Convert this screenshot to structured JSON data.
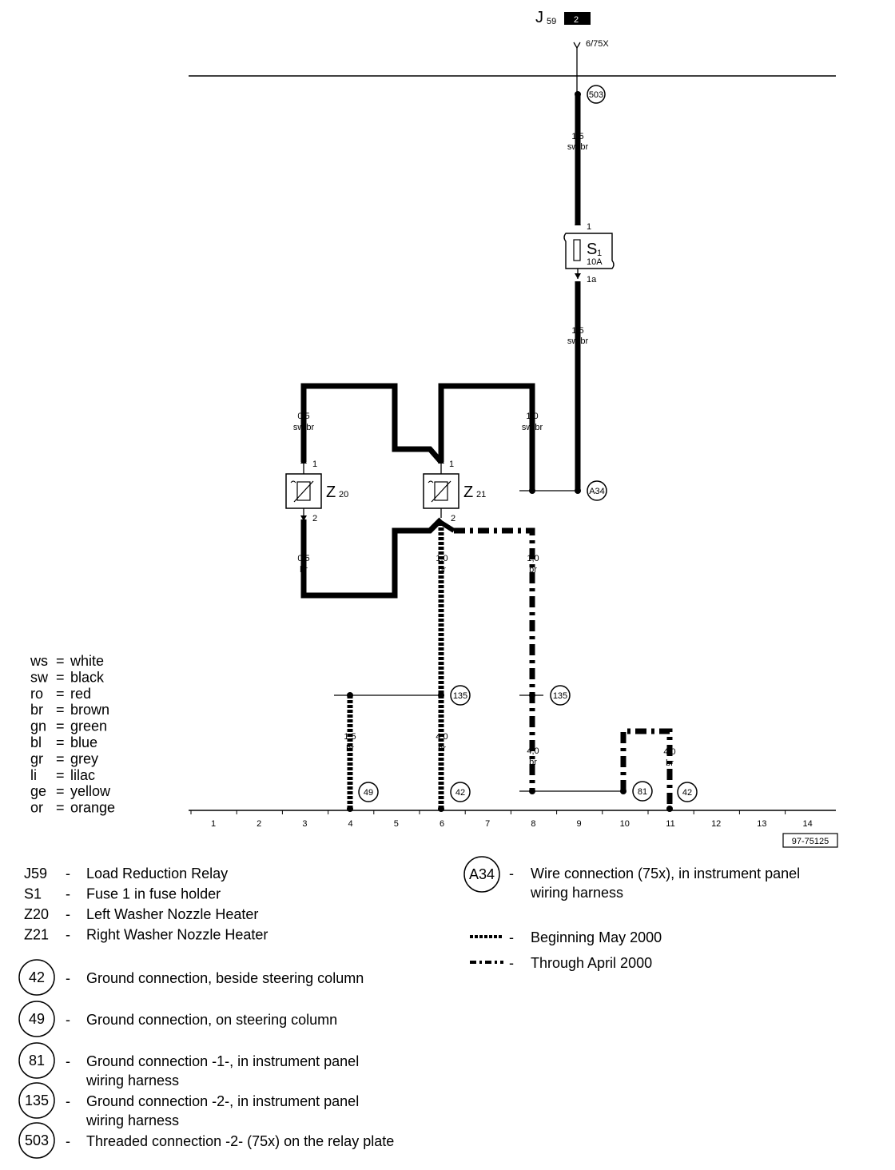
{
  "diagram": {
    "header": {
      "component": "J",
      "sub": "59",
      "badge": "2",
      "connector": "6/75X"
    },
    "code": "97-75125",
    "wire_labels": {
      "w503_gauge": "1,5",
      "w503_color": "sw/br",
      "s1_pin_top": "1",
      "s1_pin_bot": "1a",
      "s1_name": "S",
      "s1_sub": "1",
      "s1_rating": "10A",
      "wlow_gauge": "1,5",
      "wlow_color": "sw/br",
      "z20_top_gauge": "0,5",
      "z20_top_color": "sw/br",
      "z21_right_gauge": "1,0",
      "z21_right_color": "sw/br",
      "z20_bot_gauge": "0,5",
      "z20_bot_color": "br",
      "z21_bot_gauge": "1,0",
      "z21_bot_color": "br",
      "z21_alt_gauge": "1,0",
      "z21_alt_color": "br",
      "g4_gauge": "1,5",
      "g4_color": "br",
      "g6_gauge": "4,0",
      "g6_color": "br",
      "g8_gauge": "4,0",
      "g8_color": "br",
      "g11_gauge": "4,0",
      "g11_color": "br",
      "z20_name": "Z",
      "z20_sub": "20",
      "z21_name": "Z",
      "z21_sub": "21",
      "pin1": "1",
      "pin2": "2"
    },
    "connectors": {
      "c503": "503",
      "cA34": "A34",
      "c135a": "135",
      "c135b": "135",
      "c49": "49",
      "c42a": "42",
      "c81": "81",
      "c42b": "42"
    },
    "track_numbers": [
      "1",
      "2",
      "3",
      "4",
      "5",
      "6",
      "7",
      "8",
      "9",
      "10",
      "11",
      "12",
      "13",
      "14"
    ]
  },
  "color_codes": [
    {
      "abbr": "ws",
      "name": "white"
    },
    {
      "abbr": "sw",
      "name": "black"
    },
    {
      "abbr": "ro",
      "name": "red"
    },
    {
      "abbr": "br",
      "name": "brown"
    },
    {
      "abbr": "gn",
      "name": "green"
    },
    {
      "abbr": "bl",
      "name": "blue"
    },
    {
      "abbr": "gr",
      "name": "grey"
    },
    {
      "abbr": "li",
      "name": "lilac"
    },
    {
      "abbr": "ge",
      "name": "yellow"
    },
    {
      "abbr": "or",
      "name": "orange"
    }
  ],
  "legend_components": [
    {
      "code": "J59",
      "desc": "Load Reduction Relay"
    },
    {
      "code": "S1",
      "desc": "Fuse 1 in fuse holder"
    },
    {
      "code": "Z20",
      "desc": "Left Washer Nozzle Heater"
    },
    {
      "code": "Z21",
      "desc": "Right Washer Nozzle Heater"
    }
  ],
  "legend_grounds": [
    {
      "code": "42",
      "line1": "Ground connection, beside steering column",
      "line2": ""
    },
    {
      "code": "49",
      "line1": "Ground connection, on steering column",
      "line2": ""
    },
    {
      "code": "81",
      "line1": "Ground connection -1-, in instrument panel",
      "line2": "wiring harness"
    },
    {
      "code": "135",
      "line1": "Ground connection -2-, in instrument panel",
      "line2": "wiring harness"
    },
    {
      "code": "503",
      "line1": "Threaded connection -2- (75x) on the relay plate",
      "line2": ""
    }
  ],
  "legend_right": {
    "a34_code": "A34",
    "a34_line1": "Wire connection (75x), in instrument panel",
    "a34_line2": "wiring harness",
    "style1": "Beginning May 2000",
    "style2": "Through April 2000"
  },
  "dash": "-",
  "eq": "="
}
